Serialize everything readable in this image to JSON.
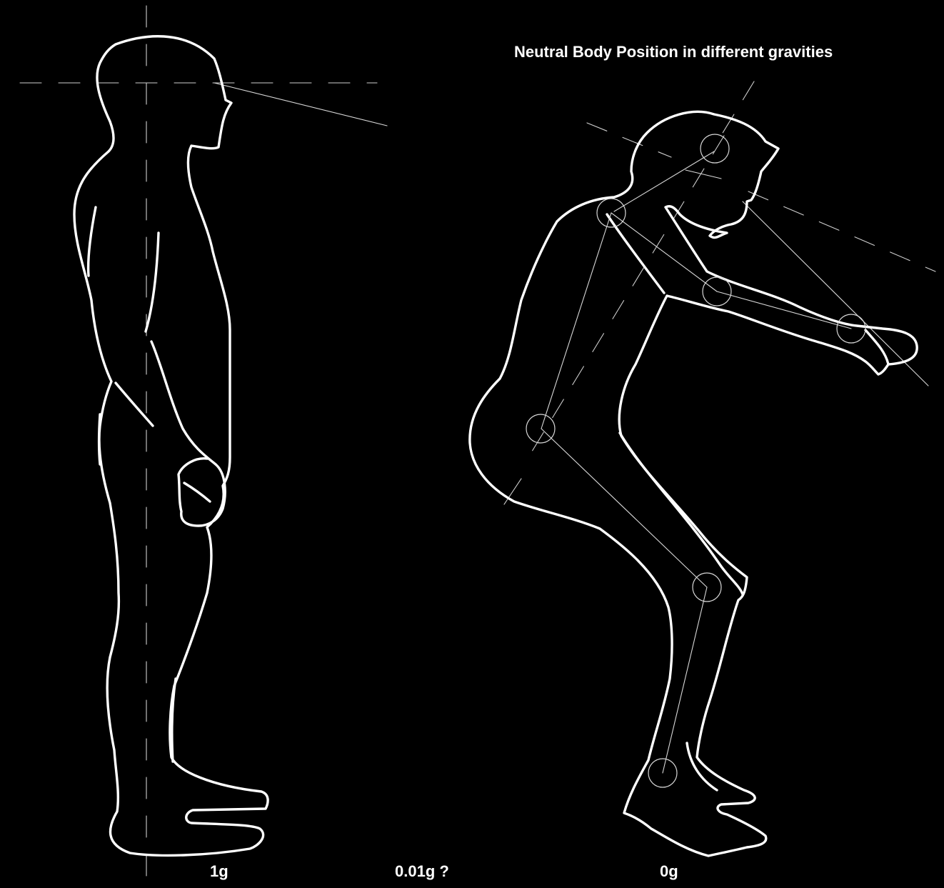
{
  "title": "Neutral Body Position in different gravities",
  "labels": {
    "one_g": "1g",
    "low_g": "0.01g ?",
    "zero_g": "0g"
  },
  "colors": {
    "background": "#000000",
    "stroke": "#ffffff"
  }
}
